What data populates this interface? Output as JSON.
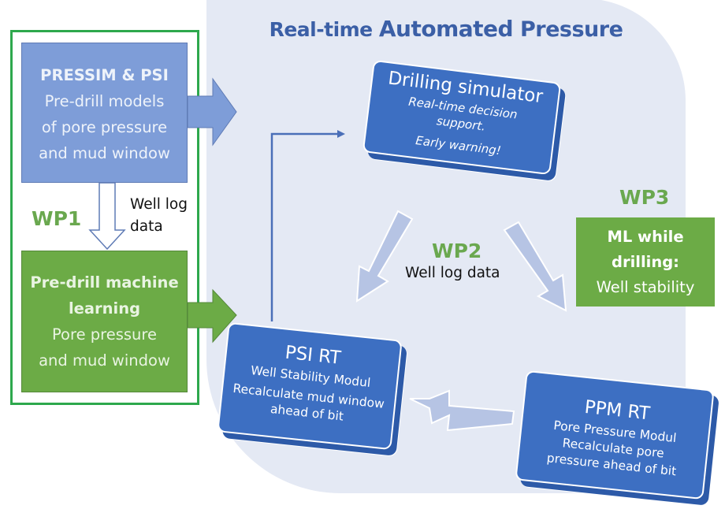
{
  "title": {
    "part1": "Real-time ",
    "part2": "Automated",
    "part3": " Pressure"
  },
  "wp1": {
    "label": "WP1",
    "pressim": {
      "heading": "PRESSIM & PSI",
      "lines": [
        "Pre-drill models",
        "of pore pressure",
        "and mud window"
      ]
    },
    "flow_label": [
      "Well log",
      "data"
    ],
    "ml": {
      "heading": [
        "Pre-drill machine",
        "learning"
      ],
      "lines": [
        "Pore pressure",
        "and mud window"
      ]
    }
  },
  "simulator": {
    "heading": "Drilling simulator",
    "lines": [
      "Real-time decision",
      "support."
    ],
    "warning": "Early warning!"
  },
  "wp2": {
    "label": "WP2",
    "flow_label": "Well log data"
  },
  "wp3": {
    "label": "WP3",
    "heading": [
      "ML while",
      "drilling:"
    ],
    "line": "Well stability"
  },
  "psi_rt": {
    "heading": "PSI RT",
    "lines": [
      "Well Stability Modul",
      "Recalculate mud window",
      "ahead of bit"
    ]
  },
  "ppm_rt": {
    "heading": "PPM RT",
    "lines": [
      "Pore Pressure Modul",
      "Recalculate pore",
      "pressure ahead of bit"
    ]
  },
  "colors": {
    "blue_box": "#3d6fc2",
    "light_blue": "#7e9dd8",
    "green": "#6cab46",
    "panel": "#e4e9f4",
    "title": "#3b5fa6"
  }
}
